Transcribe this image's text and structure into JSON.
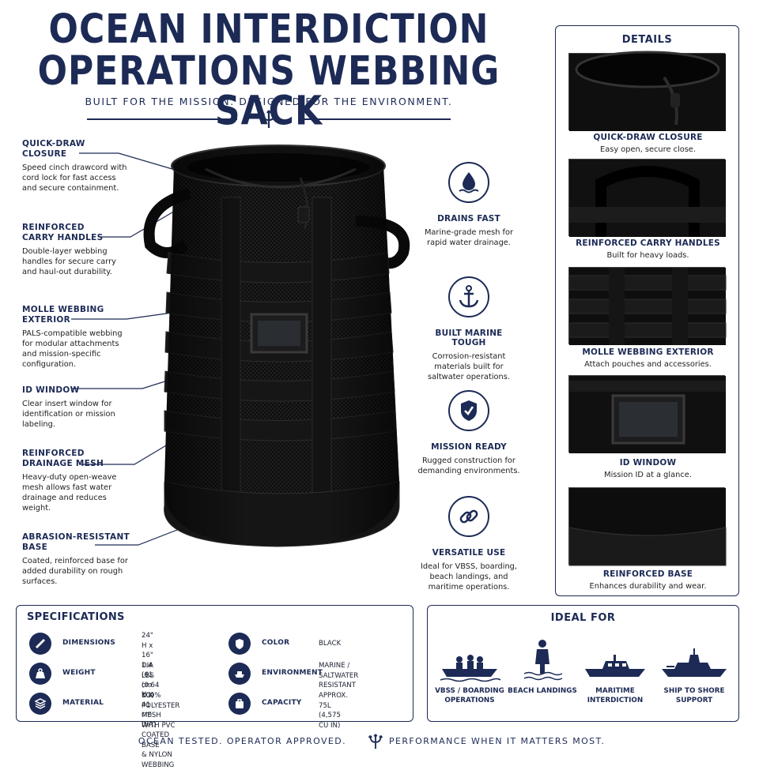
{
  "header": {
    "title_line1": "OCEAN INTERDICTION",
    "title_line2": "OPERATIONS WEBBING SACK",
    "subtitle": "BUILT FOR THE MISSION. DESIGNED FOR THE ENVIRONMENT.",
    "emblem_icon": "trident-icon"
  },
  "callouts": [
    {
      "title": "QUICK-DRAW\nCLOSURE",
      "body": "Speed cinch drawcord with cord lock for fast access and secure containment."
    },
    {
      "title": "REINFORCED\nCARRY HANDLES",
      "body": "Double-layer webbing handles for secure carry and haul-out durability."
    },
    {
      "title": "MOLLE WEBBING\nEXTERIOR",
      "body": "PALS-compatible webbing for modular attachments and mission-specific configuration."
    },
    {
      "title": "ID WINDOW",
      "body": "Clear insert window for identification or mission labeling."
    },
    {
      "title": "REINFORCED\nDRAINAGE MESH",
      "body": "Heavy-duty open-weave mesh allows fast water drainage and reduces weight."
    },
    {
      "title": "ABRASION-RESISTANT\nBASE",
      "body": "Coated, reinforced base for added durability on rough surfaces."
    }
  ],
  "features": [
    {
      "icon": "water-drop-icon",
      "title": "DRAINS FAST",
      "body": "Marine-grade mesh for rapid water drainage."
    },
    {
      "icon": "anchor-icon",
      "title": "BUILT MARINE TOUGH",
      "body": "Corrosion-resistant materials built for saltwater operations."
    },
    {
      "icon": "shield-check-icon",
      "title": "MISSION READY",
      "body": "Rugged construction for demanding environments."
    },
    {
      "icon": "link-icon",
      "title": "VERSATILE USE",
      "body": "Ideal for VBSS, boarding, beach landings, and maritime operations."
    }
  ],
  "details": {
    "heading": "DETAILS",
    "items": [
      {
        "title": "QUICK-DRAW CLOSURE",
        "desc": "Easy open, secure close."
      },
      {
        "title": "REINFORCED CARRY HANDLES",
        "desc": "Built for heavy loads."
      },
      {
        "title": "MOLLE WEBBING EXTERIOR",
        "desc": "Attach pouches and accessories."
      },
      {
        "title": "ID WINDOW",
        "desc": "Mission ID at a glance."
      },
      {
        "title": "REINFORCED BASE",
        "desc": "Enhances durability and wear."
      }
    ]
  },
  "specifications": {
    "heading": "SPECIFICATIONS",
    "items": [
      {
        "icon": "ruler-icon",
        "label": "DIMENSIONS",
        "value": "24\" H x 16\" DIA\n(61 cm H x 41 cm DIA)"
      },
      {
        "icon": "weight-icon",
        "label": "WEIGHT",
        "value": "1.4 LBS\n(0.64 KG)"
      },
      {
        "icon": "layers-icon",
        "label": "MATERIAL",
        "value": "100% POLYESTER MESH\nWITH PVC COATED BASE\n& NYLON WEBBING"
      },
      {
        "icon": "palette-icon",
        "label": "COLOR",
        "value": "BLACK"
      },
      {
        "icon": "boat-icon",
        "label": "ENVIRONMENT",
        "value": "MARINE / SALTWATER\nRESISTANT"
      },
      {
        "icon": "bag-icon",
        "label": "CAPACITY",
        "value": "APPROX. 75L\n(4,575 CU IN)"
      }
    ]
  },
  "ideal_for": {
    "heading": "IDEAL FOR",
    "items": [
      {
        "icon": "boarding-boat-icon",
        "label": "VBSS / BOARDING\nOPERATIONS"
      },
      {
        "icon": "wading-person-icon",
        "label": "BEACH LANDINGS"
      },
      {
        "icon": "patrol-boat-icon",
        "label": "MARITIME\nINTERDICTION"
      },
      {
        "icon": "warship-icon",
        "label": "SHIP TO SHORE\nSUPPORT"
      }
    ]
  },
  "footer": {
    "left": "OCEAN TESTED. OPERATOR APPROVED.",
    "right": "PERFORMANCE WHEN IT MATTERS MOST."
  },
  "colors": {
    "navy": "#1c2a55",
    "bag": "#111111",
    "text": "#222222",
    "background": "#ffffff"
  }
}
